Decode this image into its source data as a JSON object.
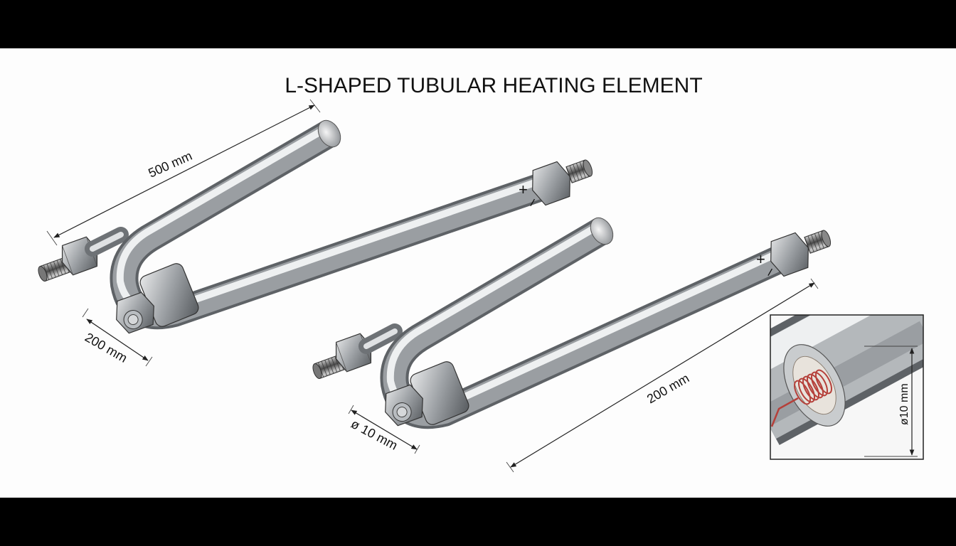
{
  "title": "L-SHAPED TUBULAR HEATING ELEMENT",
  "dimensions": {
    "length_top": "500 mm",
    "leg_left": "200 mm",
    "length_bottom": "200 mm",
    "diameter_main": "ø 10 mm",
    "diameter_detail": "ø10 mm"
  },
  "terminals": {
    "plus": "+",
    "minus": "–"
  },
  "colors": {
    "background": "#fdfdfd",
    "frame": "#000000",
    "steel_dark": "#7d8185",
    "steel_light": "#f2f3f4",
    "coil": "#b5403a"
  }
}
